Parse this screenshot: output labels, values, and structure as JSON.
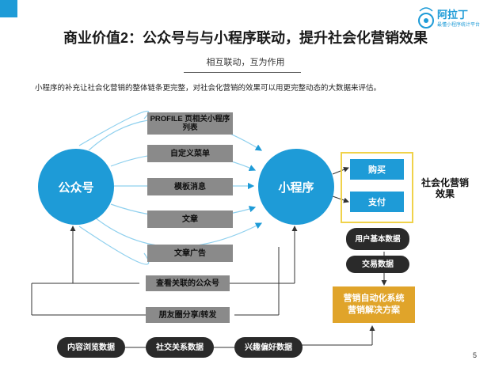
{
  "title": "商业价值2：公众号与与小程序联动，提升社会化营销效果",
  "subtitle": "相互联动，互为作用",
  "description": "小程序的补充让社会化营销的整体链条更完整，对社会化营销的效果可以用更完整动态的大数据来评估。",
  "logo": {
    "text": "阿拉丁",
    "tagline": "最懂小程序统计平台"
  },
  "nodes": {
    "gzh": "公众号",
    "xcx": "小程序"
  },
  "middle_items": [
    "PROFILE 页相关小程序列表",
    "自定义菜单",
    "模板消息",
    "文章",
    "文章广告"
  ],
  "bottom_items": [
    "查看关联的公众号",
    "朋友圈分享/转发"
  ],
  "right_boxes": [
    "购买",
    "支付"
  ],
  "effect_label": "社会化营销效果",
  "data_pills": [
    "用户基本数据",
    "交易数据"
  ],
  "marketing": {
    "line1": "营销自动化系统",
    "line2": "营销解决方案"
  },
  "bottom_pills": [
    "内容浏览数据",
    "社交关系数据",
    "兴趣偏好数据"
  ],
  "page_number": "5",
  "colors": {
    "accent": "#1e9bd7",
    "gold": "#e0a42a",
    "gray": "#8a8a8a",
    "dark": "#2a2a2a",
    "effect_border": "#f0d24a"
  }
}
